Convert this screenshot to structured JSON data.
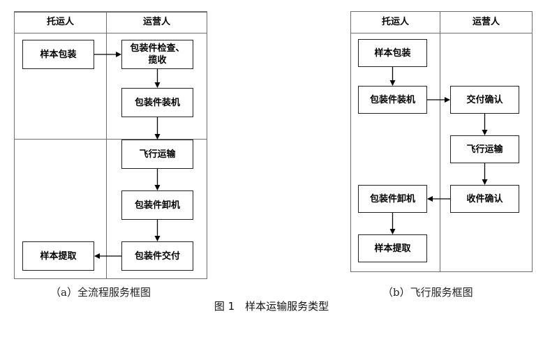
{
  "diagram_a": {
    "lanes": [
      "托运人",
      "运营人"
    ],
    "nodes": {
      "pack": "样本包装",
      "inspect": "包装件检查、揽收",
      "load": "包装件装机",
      "fly": "飞行运输",
      "unload": "包装件卸机",
      "deliver": "包装件交付",
      "extract": "样本提取"
    },
    "caption": "（a）全流程服务框图"
  },
  "diagram_b": {
    "lanes": [
      "托运人",
      "运营人"
    ],
    "nodes": {
      "pack": "样本包装",
      "load": "包装件装机",
      "handover": "交付确认",
      "fly": "飞行运输",
      "receive": "收件确认",
      "unload": "包装件卸机",
      "extract": "样本提取"
    },
    "caption": "（b）飞行服务框图"
  },
  "figure_title": "图 1　样本运输服务类型"
}
